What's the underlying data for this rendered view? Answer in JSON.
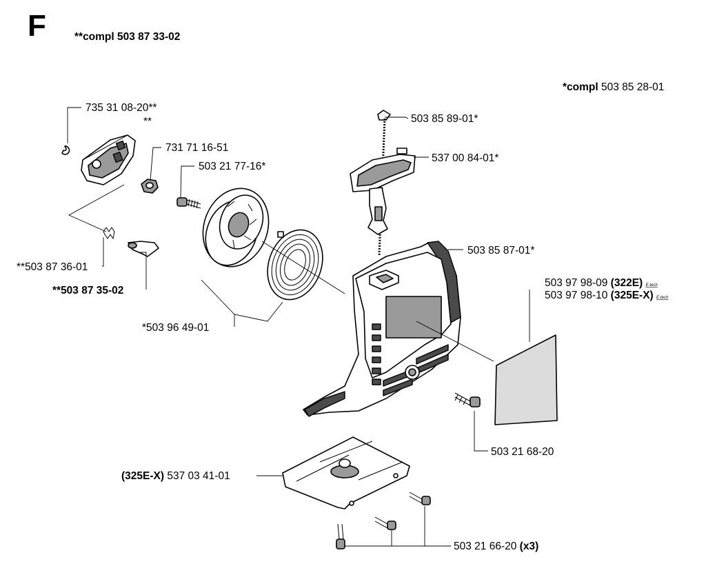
{
  "section_letter": "F",
  "header_kit": "**compl 503 87 33-02",
  "kit_star": {
    "prefix": "*compl",
    "number": "503 85 28-01"
  },
  "parts": {
    "p735": "735 31 08-20**",
    "p_dstar": "**",
    "p731": "731 71 16-51",
    "p503_2177": "503 21 77-16*",
    "p503_8736": "**503 87 36-01",
    "p503_8735": "**503 87 35-02",
    "p503_9649": "*503 96 49-01",
    "p503_8589": "503 85 89-01*",
    "p537_0084": "537 00 84-01*",
    "p503_8587": "503 85 87-01*",
    "p503_2168": "503 21 68-20",
    "p537_0341_model": "(325E-X)",
    "p537_0341": "537 03 41-01",
    "p503_2166": "503 21 66-20",
    "p503_2166_qty": "(x3)"
  },
  "decals": [
    {
      "number": "503 97 98-09",
      "model": "(322E)",
      "tag": "E-tech"
    },
    {
      "number": "503 97 98-10",
      "model": "(325E-X)",
      "tag": "E-tech"
    }
  ]
}
